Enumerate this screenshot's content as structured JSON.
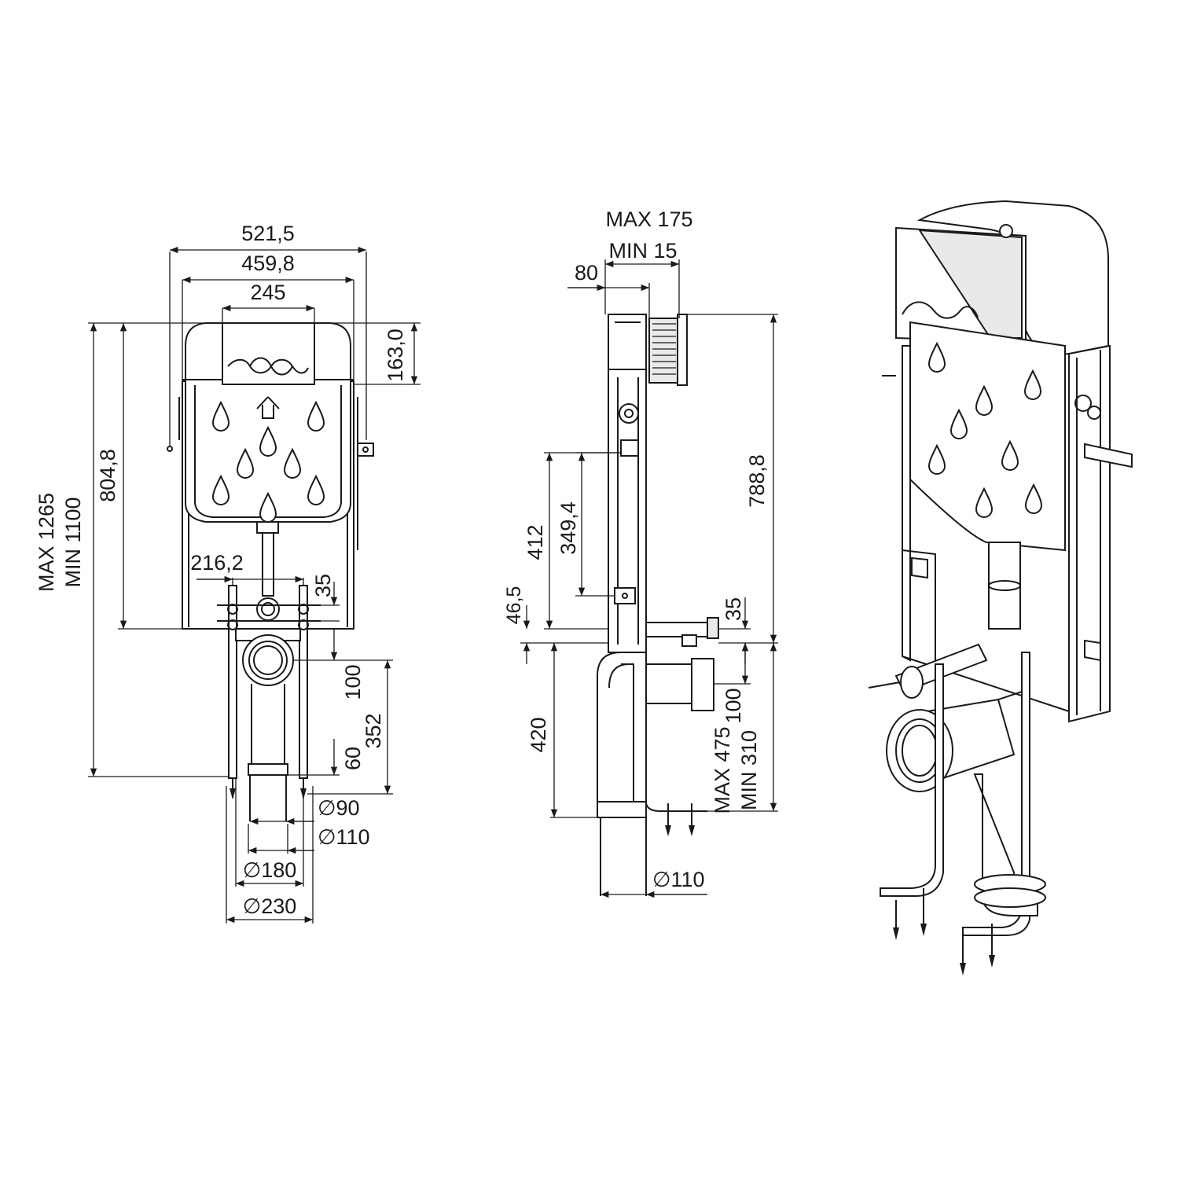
{
  "front_view": {
    "width_overall": "521,5",
    "width_frame": "459,8",
    "width_cistern": "245",
    "cistern_top_height": "163,0",
    "cistern_height": "804,8",
    "height_range_max": "MAX 1265",
    "height_range_min": "MIN 1100",
    "bracket_spacing": "216,2",
    "flush_pipe_offset": "35",
    "waste_center": "100",
    "waste_height": "352",
    "pipe_offset": "60",
    "dia_90": "∅90",
    "dia_110": "∅110",
    "dia_180": "∅180",
    "dia_230": "∅230"
  },
  "side_view": {
    "depth_max": "MAX 175",
    "depth_min": "MIN 15",
    "depth_frame": "80",
    "height_cistern": "788,8",
    "height_412": "412",
    "height_349": "349,4",
    "height_46": "46,5",
    "inlet_35": "35",
    "outlet_100": "100",
    "height_420": "420",
    "leg_max": "MAX 475",
    "leg_min": "MIN 310",
    "pipe_dia": "∅110"
  },
  "isometric_view": {
    "label": ""
  }
}
